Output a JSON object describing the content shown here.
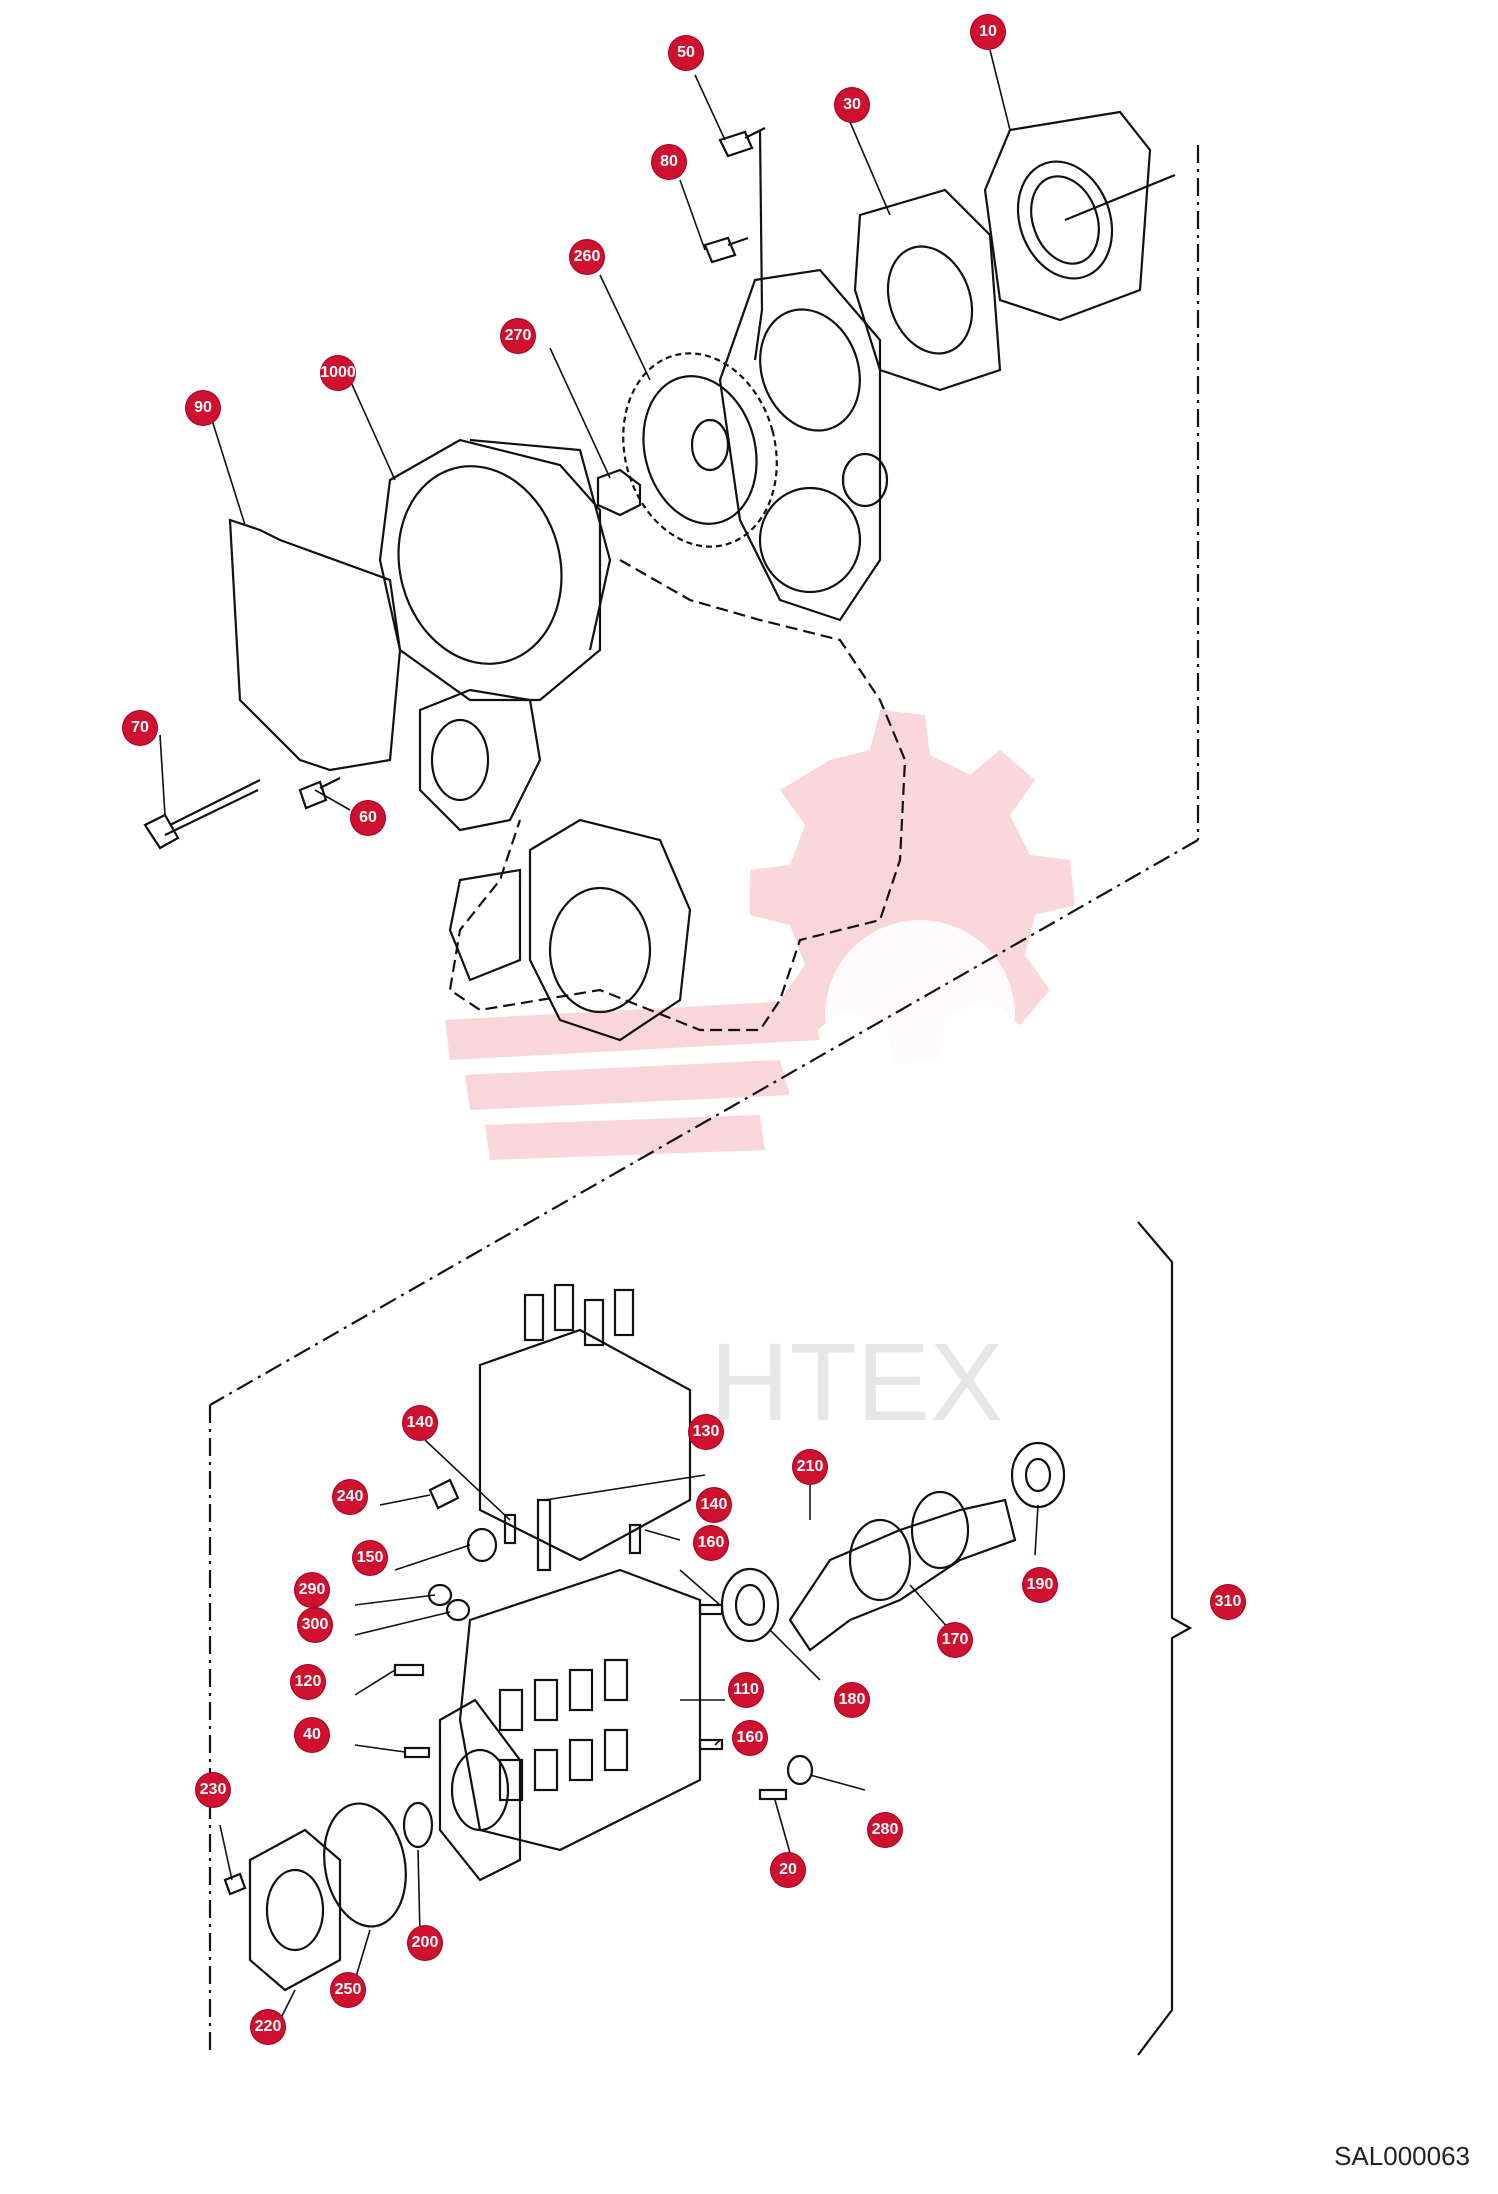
{
  "diagram": {
    "code": "SAL000063",
    "watermark": "HTEX",
    "colors": {
      "callout": "#d0102f",
      "line": "#111111",
      "watermark": "#f2b8b8"
    },
    "callouts": [
      {
        "id": "c10",
        "label": "10"
      },
      {
        "id": "c50",
        "label": "50"
      },
      {
        "id": "c30",
        "label": "30"
      },
      {
        "id": "c80",
        "label": "80"
      },
      {
        "id": "c260",
        "label": "260"
      },
      {
        "id": "c270",
        "label": "270"
      },
      {
        "id": "c1000",
        "label": "1000"
      },
      {
        "id": "c90",
        "label": "90"
      },
      {
        "id": "c70",
        "label": "70"
      },
      {
        "id": "c60",
        "label": "60"
      },
      {
        "id": "c140a",
        "label": "140"
      },
      {
        "id": "c130",
        "label": "130"
      },
      {
        "id": "c210",
        "label": "210"
      },
      {
        "id": "c240",
        "label": "240"
      },
      {
        "id": "c140b",
        "label": "140"
      },
      {
        "id": "c160a",
        "label": "160"
      },
      {
        "id": "c150",
        "label": "150"
      },
      {
        "id": "c290",
        "label": "290"
      },
      {
        "id": "c190",
        "label": "190"
      },
      {
        "id": "c300",
        "label": "300"
      },
      {
        "id": "c310",
        "label": "310"
      },
      {
        "id": "c170",
        "label": "170"
      },
      {
        "id": "c120",
        "label": "120"
      },
      {
        "id": "c110",
        "label": "110"
      },
      {
        "id": "c180",
        "label": "180"
      },
      {
        "id": "c40",
        "label": "40"
      },
      {
        "id": "c160b",
        "label": "160"
      },
      {
        "id": "c230",
        "label": "230"
      },
      {
        "id": "c280",
        "label": "280"
      },
      {
        "id": "c20",
        "label": "20"
      },
      {
        "id": "c200",
        "label": "200"
      },
      {
        "id": "c250",
        "label": "250"
      },
      {
        "id": "c220",
        "label": "220"
      }
    ]
  }
}
